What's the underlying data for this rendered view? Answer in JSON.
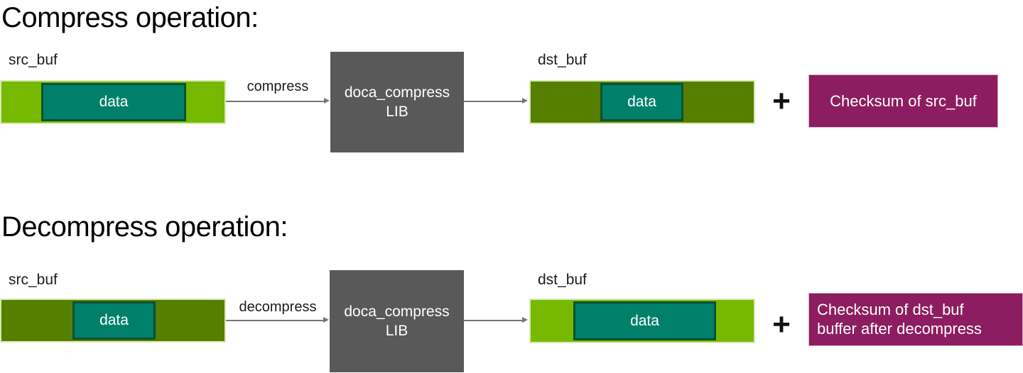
{
  "colors": {
    "lime": "#76B900",
    "olive": "#567F00",
    "teal_fill": "#00806B",
    "teal_border": "#0B5233",
    "bar_border": "#D9E9B0",
    "gray_box": "#595959",
    "magenta": "#8C1D60",
    "magenta_border": "#D8A9C6",
    "arrow": "#757575",
    "title_text": "#000000",
    "label_text": "#1C1C1C",
    "white_text": "#FFFFFF"
  },
  "sections": [
    {
      "title": "Compress operation:",
      "src": {
        "label": "src_buf",
        "data_label": "data"
      },
      "flow_label": "compress",
      "lib": {
        "lines": [
          "doca_compress",
          "LIB"
        ]
      },
      "dst": {
        "label": "dst_buf",
        "data_label": "data"
      },
      "plus": "+",
      "checksum": {
        "lines": [
          "Checksum of src_buf"
        ]
      }
    },
    {
      "title": "Decompress operation:",
      "src": {
        "label": "src_buf",
        "data_label": "data"
      },
      "flow_label": "decompress",
      "lib": {
        "lines": [
          "doca_compress",
          "LIB"
        ]
      },
      "dst": {
        "label": "dst_buf",
        "data_label": "data"
      },
      "plus": "+",
      "checksum": {
        "lines": [
          "Checksum of dst_buf",
          "buffer after decompress"
        ]
      }
    }
  ]
}
